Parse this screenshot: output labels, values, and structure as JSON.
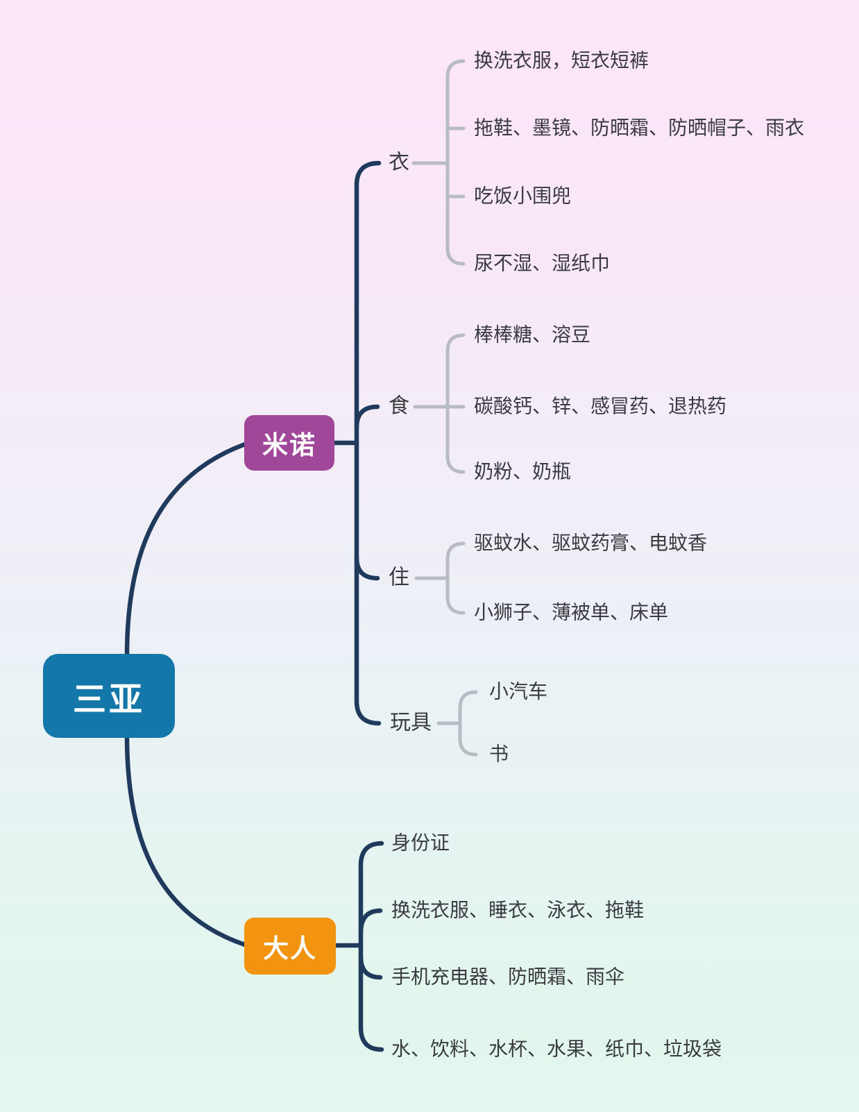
{
  "root": {
    "label": "三亚",
    "color": "#1377a9"
  },
  "branches": [
    {
      "label": "米诺",
      "color": "#a0479a",
      "groups": [
        {
          "label": "衣",
          "leaves": [
            "换洗衣服，短衣短裤",
            "拖鞋、墨镜、防晒霜、防晒帽子、雨衣",
            "吃饭小围兜",
            "尿不湿、湿纸巾"
          ]
        },
        {
          "label": "食",
          "leaves": [
            "棒棒糖、溶豆",
            "碳酸钙、锌、感冒药、退热药",
            "奶粉、奶瓶"
          ]
        },
        {
          "label": "住",
          "leaves": [
            "驱蚊水、驱蚊药膏、电蚊香",
            "小狮子、薄被单、床单"
          ]
        },
        {
          "label": "玩具",
          "leaves": [
            "小汽车",
            "书"
          ]
        }
      ]
    },
    {
      "label": "大人",
      "color": "#f2940f",
      "leaves": [
        "身份证",
        "换洗衣服、睡衣、泳衣、拖鞋",
        "手机充电器、防晒霜、雨伞",
        "水、饮料、水杯、水果、纸巾、垃圾袋"
      ]
    }
  ],
  "colors": {
    "main_branch_line": "#1f3a5c",
    "sub_branch_line": "#b8bcc2",
    "text": "#3a3b40",
    "background_top": "#fde5f8",
    "background_bottom": "#e2f7ee"
  }
}
